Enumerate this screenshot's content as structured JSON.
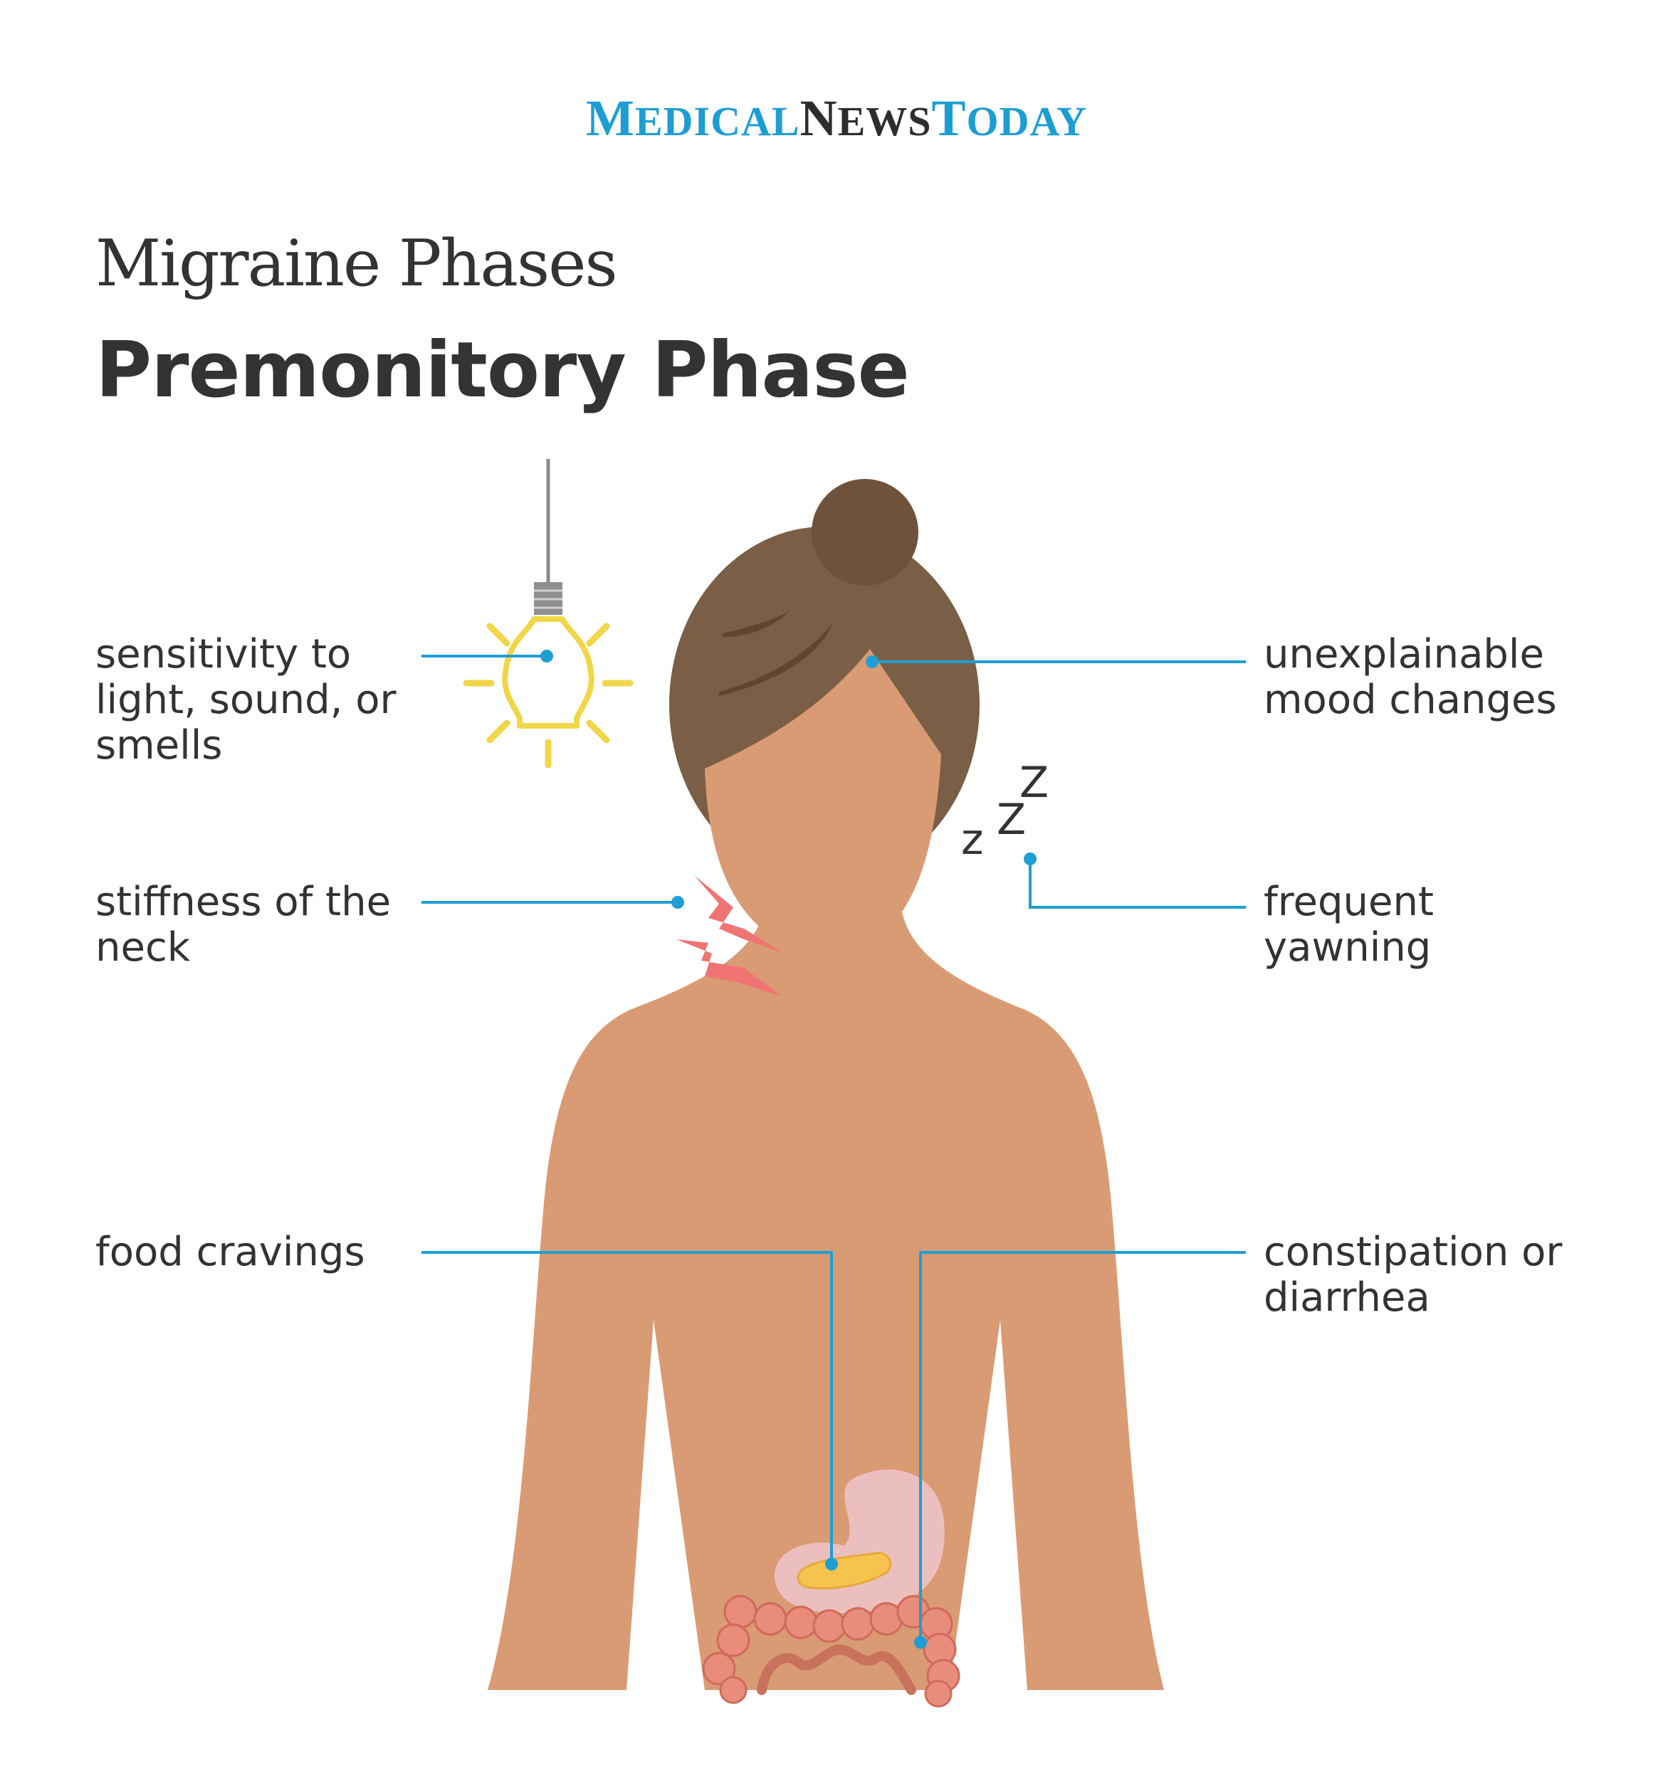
{
  "brand": {
    "m_initial": "M",
    "m_rest": "EDICAL",
    "n_initial": "N",
    "n_rest": "EWS",
    "t_initial": "T",
    "t_rest": "ODAY",
    "colors": {
      "blue": "#1d9ed3",
      "dark": "#2d2d2d"
    }
  },
  "header": {
    "title": "Migraine Phases",
    "subtitle": "Premonitory Phase"
  },
  "symptoms": {
    "light_sensitivity": "sensitivity to\nlight, sound, or\nsmells",
    "neck_stiffness": "stiffness of the\nneck",
    "food_cravings": "food cravings",
    "mood_changes": "unexplainable\nmood changes",
    "yawning": "frequent\nyawning",
    "bowel_changes": "constipation or\ndiarrhea"
  },
  "sleep_letters": [
    "z",
    "Z",
    "Z"
  ],
  "icons": {
    "light": "lightbulb-icon",
    "neck": "pain-bolt-icon",
    "sleep": "sleep-z-icon"
  },
  "colors": {
    "skin": "#d99b74",
    "hair": "#7a5e45",
    "hair_bun": "#6e523b",
    "leader": "#1f9ed4",
    "bulb": "#f1d649",
    "pain": "#f07474",
    "stomach": "#ecbfbf",
    "intestine": "#e88c7c",
    "text": "#333333"
  }
}
